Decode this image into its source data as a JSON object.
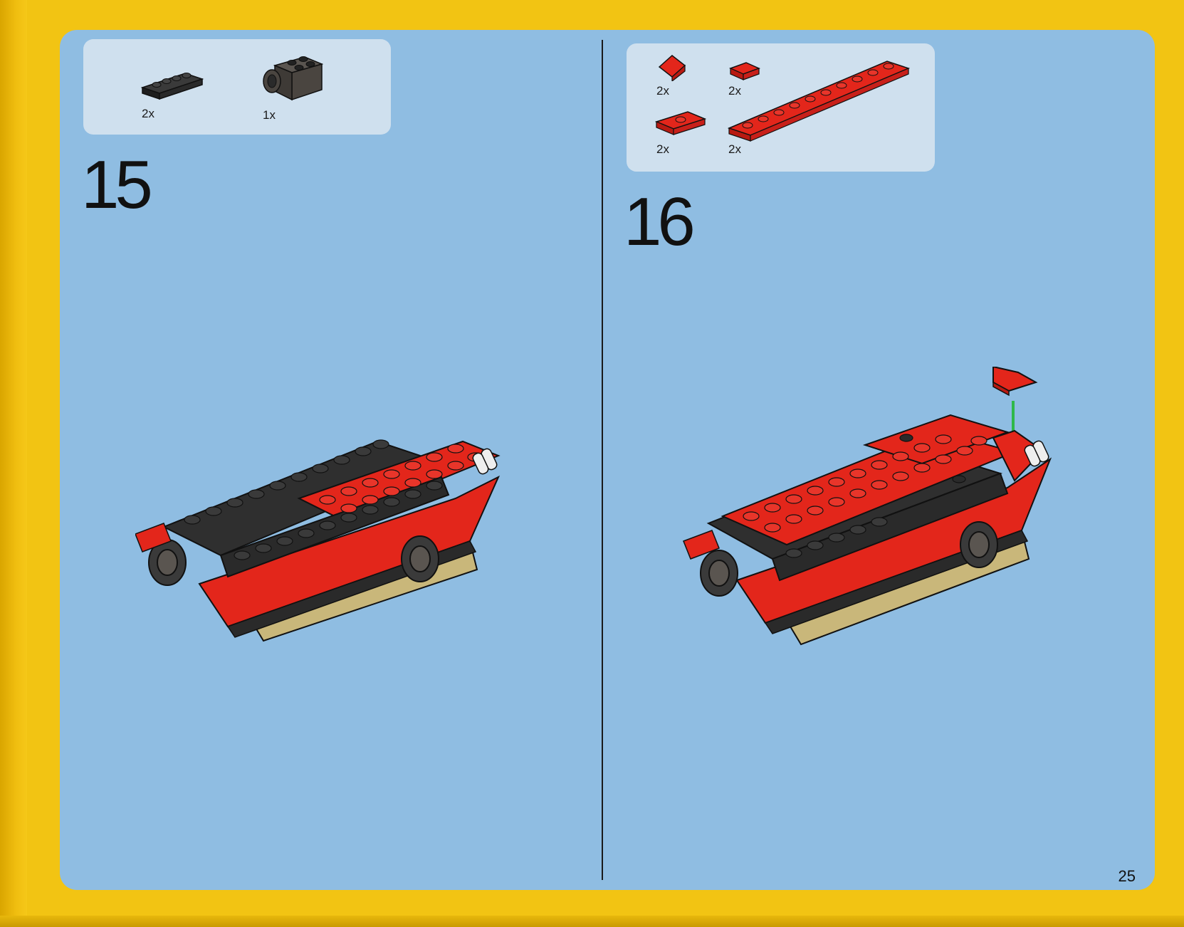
{
  "step15": {
    "number": "15",
    "parts": [
      {
        "name": "black 1x4 plate",
        "qty": "2x"
      },
      {
        "name": "dark gray brick with axle hole",
        "qty": "1x"
      }
    ]
  },
  "step16": {
    "number": "16",
    "parts": [
      {
        "name": "red slope 1x2",
        "qty": "2x"
      },
      {
        "name": "red tile 1x1",
        "qty": "2x"
      },
      {
        "name": "red jumper plate 1x2",
        "qty": "2x"
      },
      {
        "name": "red plate 1x10",
        "qty": "2x"
      }
    ]
  },
  "page_number": "25",
  "colors": {
    "page_yellow": "#f2c413",
    "panel_blue": "#8fbde2",
    "parts_box": "#cfe0ee",
    "brick_red": "#e3261b",
    "brick_black": "#2a2a2a",
    "arrow_green": "#2fb84a"
  }
}
